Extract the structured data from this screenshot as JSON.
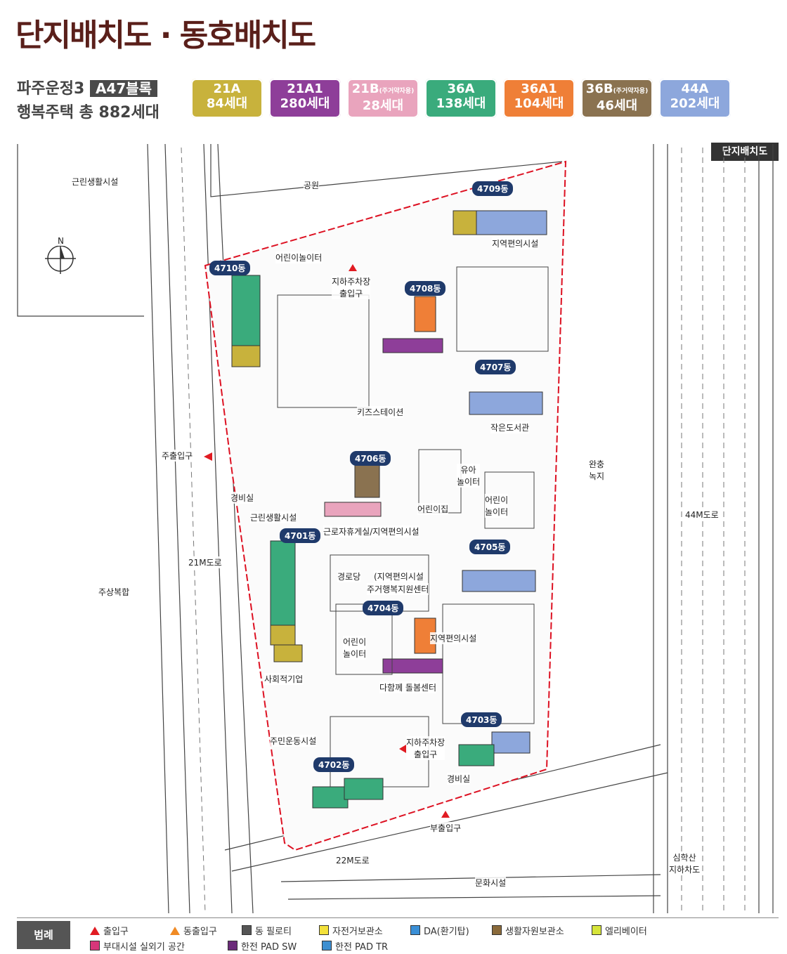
{
  "title": "단지배치도 · 동호배치도",
  "subtitle": {
    "line1": "파주운정3",
    "block": "A47블록",
    "line2": "행복주택 총 882세대"
  },
  "corner_tag": "단지배치도",
  "unit_types": [
    {
      "type": "21A",
      "note": "",
      "count": "84세대",
      "color": "#c8b23c"
    },
    {
      "type": "21A1",
      "note": "",
      "count": "280세대",
      "color": "#8e3e99"
    },
    {
      "type": "21B",
      "note": "(주거약자용)",
      "count": "28세대",
      "color": "#e9a4bd"
    },
    {
      "type": "36A",
      "note": "",
      "count": "138세대",
      "color": "#3aab7c"
    },
    {
      "type": "36A1",
      "note": "",
      "count": "104세대",
      "color": "#ef7f37"
    },
    {
      "type": "36B",
      "note": "(주거약자용)",
      "count": "46세대",
      "color": "#8a7250"
    },
    {
      "type": "44A",
      "note": "",
      "count": "202세대",
      "color": "#8da7dc"
    }
  ],
  "map": {
    "north": "N",
    "areas": {
      "neighborhood": "근린생활시설",
      "park": "공원",
      "mixed": "주상복합",
      "green": "완충\n녹지",
      "culture": "문화시설",
      "tunnel": "심학산\n지하차도"
    },
    "roads": {
      "r21": "21M도로",
      "r22": "22M도로",
      "r44": "44M도로"
    },
    "facilities": {
      "playground1": "어린이놀이터",
      "parking1": "지하주차장\n출입구",
      "conv1": "지역편의시설",
      "kids": "키즈스테이션",
      "library": "작은도서관",
      "toddler": "유아\n놀이터",
      "playground2": "어린이\n놀이터",
      "daycare": "어린이집",
      "guard1": "경비실",
      "neighborhood2": "근린생활시설",
      "rest": "근로자휴게실/지역편의시설",
      "senior": "경로당",
      "conv2": "(지역편의시설",
      "support": "주거행복지원센터",
      "playground3": "어린이\n놀이터",
      "care": "다함께 돌봄센터",
      "conv3": "지역편의시설",
      "social": "사회적기업",
      "sports": "주민운동시설",
      "parking2": "지하주차장\n출입구",
      "guard2": "경비실",
      "main_gate": "주출입구",
      "sub_gate": "부출입구"
    },
    "buildings": [
      "4701동",
      "4702동",
      "4703동",
      "4704동",
      "4705동",
      "4706동",
      "4707동",
      "4708동",
      "4709동",
      "4710동"
    ]
  },
  "legend": {
    "title": "범례",
    "items": [
      {
        "label": "출입구",
        "icon": "red-triangle",
        "color": "#e11b22"
      },
      {
        "label": "동출입구",
        "icon": "orange-triangle",
        "color": "#f08a24"
      },
      {
        "label": "동 필로티",
        "icon": "x-box",
        "color": "#555555"
      },
      {
        "label": "자전거보관소",
        "icon": "bike-box",
        "color": "#f3e13a"
      },
      {
        "label": "DA(환기탑)",
        "icon": "da-box",
        "color": "#3a8fd6"
      },
      {
        "label": "생활자원보관소",
        "icon": "w-box",
        "color": "#8a6a3a"
      },
      {
        "label": "엘리베이터",
        "icon": "ev-box",
        "color": "#d6e43a"
      },
      {
        "label": "부대시설 실외기 공간",
        "icon": "pink-x-box",
        "color": "#d8367a"
      },
      {
        "label": "한전 PAD SW",
        "icon": "purple-grid-box",
        "color": "#6b2b7a"
      },
      {
        "label": "한전 PAD TR",
        "icon": "t-box",
        "color": "#3d8fd1"
      }
    ]
  }
}
